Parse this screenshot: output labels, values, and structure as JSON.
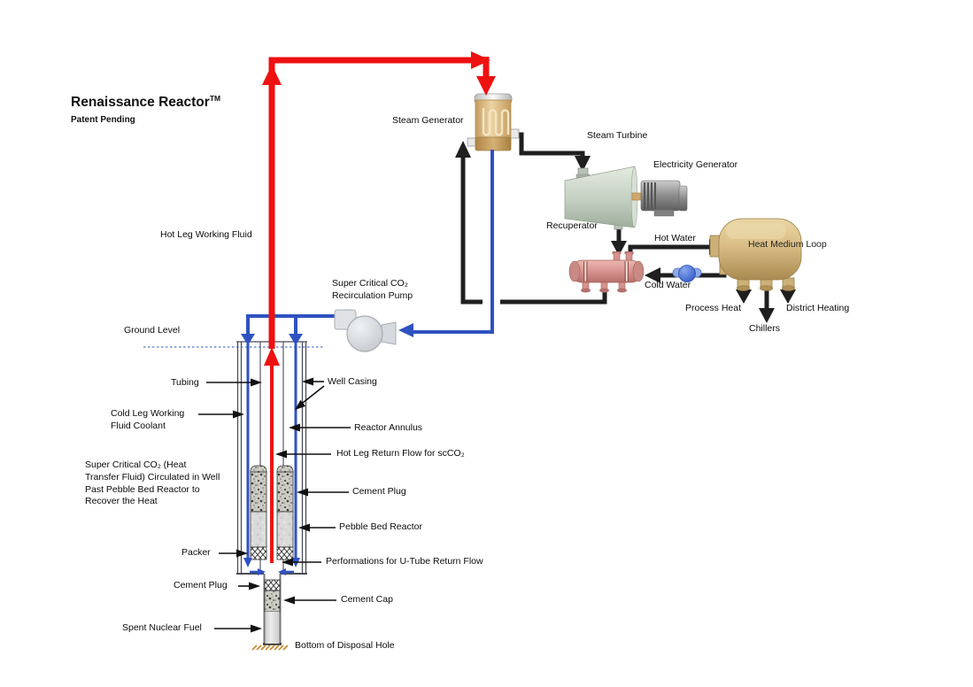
{
  "title": {
    "main": "Renaissance Reactor",
    "tm": "TM",
    "subtitle": "Patent Pending"
  },
  "labels": {
    "steam_generator": "Steam Generator",
    "steam_turbine": "Steam Turbine",
    "electricity_generator": "Electricity Generator",
    "recuperator": "Recuperator",
    "hot_water": "Hot Water",
    "cold_water": "Cold Water",
    "heat_medium_loop": "Heat Medium Loop",
    "process_heat": "Process Heat",
    "chillers": "Chillers",
    "district_heating": "District Heating",
    "pump_lines": [
      "Super Critical CO₂",
      "Recirculation Pump"
    ],
    "hot_leg_working_fluid": "Hot Leg Working Fluid",
    "ground_level": "Ground Level",
    "tubing": "Tubing",
    "well_casing": "Well Casing",
    "cold_leg_lines": [
      "Cold Leg Working",
      "Fluid Coolant"
    ],
    "reactor_annulus": "Reactor Annulus",
    "hot_leg_return": "Hot Leg Return Flow for scCO₂",
    "sc_co2_lines": [
      "Super Critical CO₂ (Heat",
      "Transfer Fluid) Circulated in Well",
      "Past Pebble Bed Reactor to",
      "Recover the Heat"
    ],
    "cement_plug_upper": "Cement Plug",
    "pebble_bed_reactor": "Pebble Bed Reactor",
    "packer": "Packer",
    "performations": "Performations for U-Tube Return Flow",
    "cement_plug_lower": "Cement Plug",
    "cement_cap": "Cement Cap",
    "spent_nuclear_fuel": "Spent Nuclear Fuel",
    "bottom_of_disposal_hole": "Bottom of Disposal Hole"
  },
  "colors": {
    "hot_leg_red": "#ee1111",
    "cold_leg_blue": "#2f52c0",
    "pipe_black": "#1f1f1f",
    "tank_tan": "#d9bd85",
    "recuperator_pink": "#d8928d",
    "turbine_green": "#c3cfc1",
    "generator_gray": "#8c8c8c",
    "ground_hatch": "#c8882a"
  }
}
